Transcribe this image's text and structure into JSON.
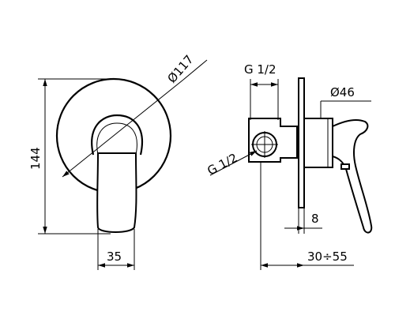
{
  "front_view": {
    "dia_plate": "Ø117",
    "height": "144",
    "width_handle": "35"
  },
  "side_view": {
    "thread_top": "G 1/2",
    "thread_side": "G 1/2",
    "dia_body": "Ø46",
    "plate_thickness": "8",
    "wall_depth": "30÷55"
  }
}
